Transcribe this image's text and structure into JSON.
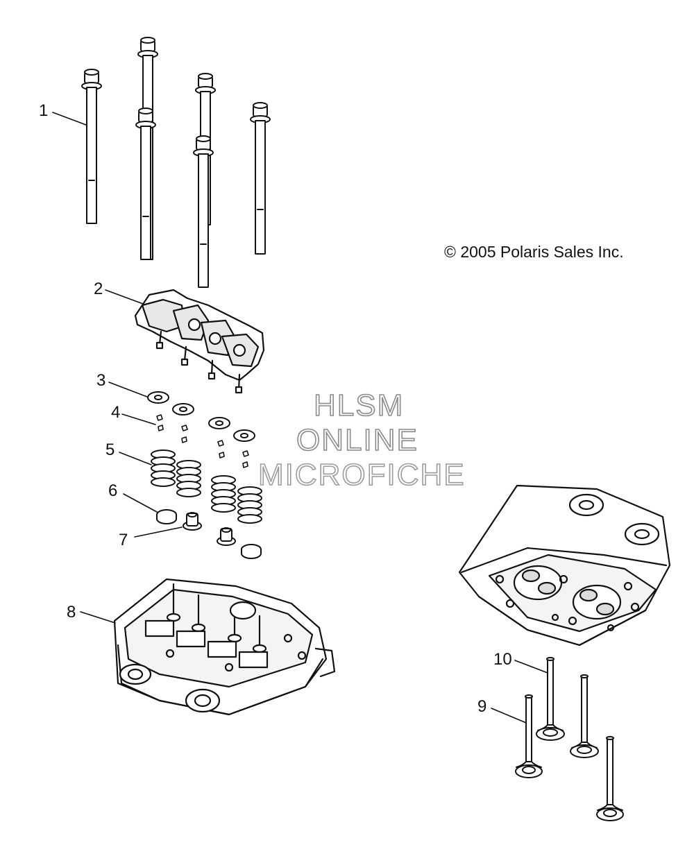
{
  "copyright": "© 2005 Polaris Sales Inc.",
  "watermark": {
    "line1": "HLSM",
    "line2": "ONLINE",
    "line3": "MICROFICHE"
  },
  "callouts": [
    "1",
    "2",
    "3",
    "4",
    "5",
    "6",
    "7",
    "8",
    "9",
    "10"
  ],
  "colors": {
    "line": "#111111",
    "watermark_outline": "#8a8a8a",
    "background": "#ffffff"
  }
}
